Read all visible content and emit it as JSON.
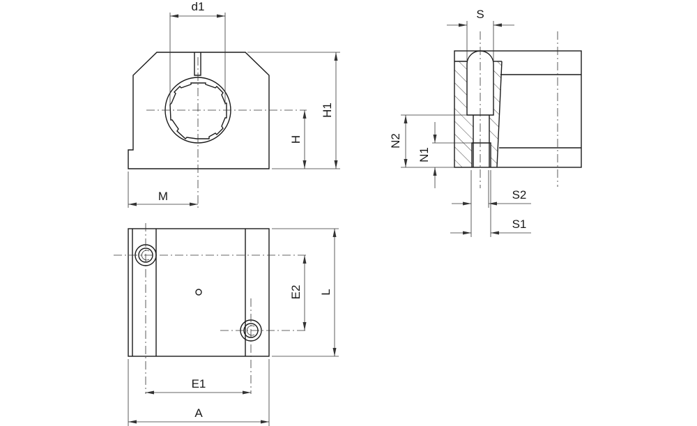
{
  "drawing": {
    "front_view": {
      "labels": {
        "d1": "d1",
        "H": "H",
        "H1": "H1",
        "M": "M"
      }
    },
    "side_view": {
      "labels": {
        "S": "S",
        "N2": "N2",
        "N1": "N1",
        "S2": "S2",
        "S1": "S1"
      }
    },
    "bottom_view": {
      "labels": {
        "E2": "E2",
        "L": "L",
        "E1": "E1",
        "A": "A"
      }
    }
  }
}
